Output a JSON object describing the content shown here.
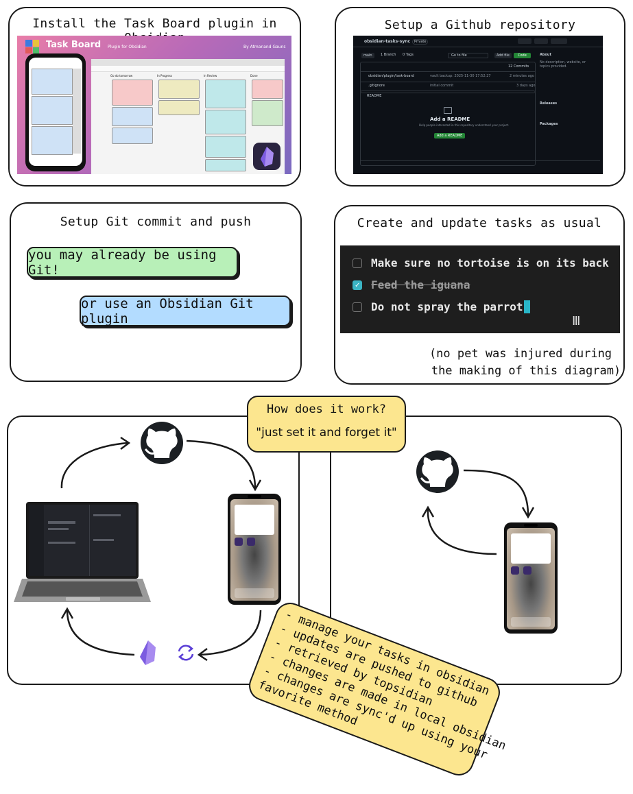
{
  "panels": {
    "install": {
      "title": "Install the Task Board plugin in Obsidian"
    },
    "github": {
      "title": "Setup a Github repository"
    },
    "git": {
      "title": "Setup Git commit and push",
      "note_green": "you may already be using Git!",
      "note_blue": "or use an Obsidian Git plugin"
    },
    "tasks": {
      "title": "Create and update tasks as usual",
      "footnote_line1": "(no pet was injured during",
      "footnote_line2": "the making of this diagram)"
    }
  },
  "taskboard_shot": {
    "app_name": "Task Board",
    "subtitle": "Plugin for Obsidian",
    "author": "By Atmanand Gauns",
    "columns": [
      "Go do tomorrow",
      "In Progress",
      "In Review",
      "Done"
    ]
  },
  "github_shot": {
    "repo": "obsidian-tasks-sync",
    "visibility": "Private",
    "branch": "main",
    "branches": "1 Branch",
    "tags": "0 Tags",
    "go_to_file": "Go to file",
    "add_file": "Add file",
    "code_btn": "Code",
    "about_title": "About",
    "about_text": "No description, website, or topics provided.",
    "files": [
      {
        "name": "obsidian/plugin/task-board",
        "msg": "vault backup: 2025-11-30 17:52:27",
        "age": "2 minutes ago"
      },
      {
        "name": ".gitignore",
        "msg": "initial commit",
        "age": "3 days ago"
      }
    ],
    "readme_tab": "README",
    "add_readme_title": "Add a README",
    "add_readme_text": "Help people interested in this repository understand your project.",
    "add_readme_btn": "Add a README",
    "releases": "Releases",
    "packages": "Packages",
    "commits": "12 Commits"
  },
  "task_list": [
    {
      "text": "Make sure no tortoise is on its back",
      "done": false
    },
    {
      "text": "Feed the iguana",
      "done": true
    },
    {
      "text": "Do not spray the parrot",
      "done": false
    }
  ],
  "how": {
    "title": "How does it work?",
    "quote": "\"just set it and forget it\""
  },
  "steps": [
    "- manage your tasks in obsidian",
    "- updates are pushed to github",
    "- retrieved by topsidian",
    "- changes are made in local obsidian",
    "- changes are sync'd up using your",
    "favorite method"
  ],
  "colors": {
    "green": "#b8f0b8",
    "blue": "#b3dcff",
    "yellow": "#fce68f",
    "checkbox": "#3bb4c4",
    "cursor": "#29b6c8",
    "obsidian": "#7c5ce0"
  }
}
